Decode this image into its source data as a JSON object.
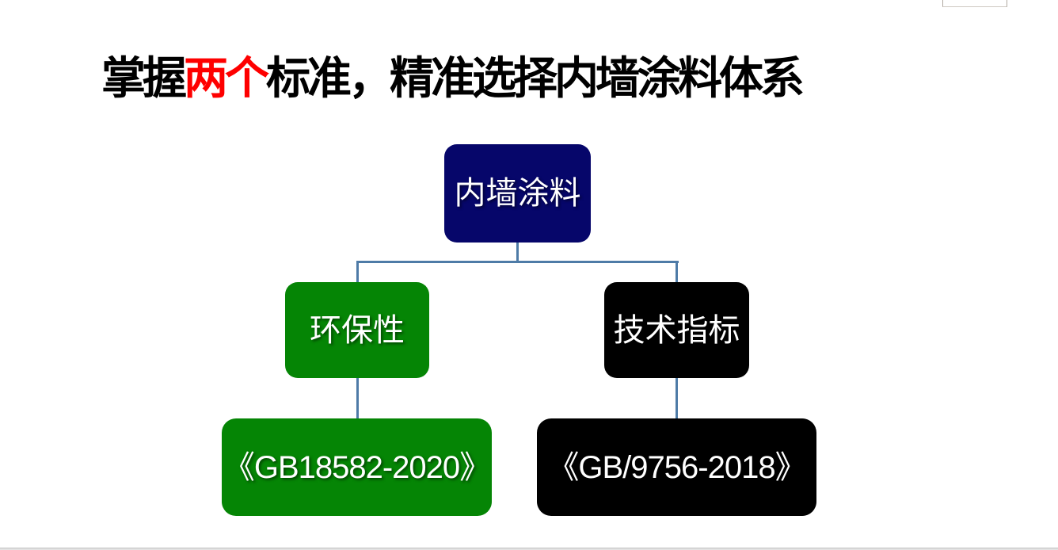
{
  "slide": {
    "title": {
      "text_before": "掌握",
      "text_highlight": "两个",
      "text_after": "标准，精准选择内墙涂料体系",
      "color": "#000000",
      "highlight_color": "#fe0000"
    },
    "decorations": {
      "top_right_image_strip": "cropped-photo-sliver",
      "bottom_bar_color": "#d9d9d9"
    }
  },
  "diagram": {
    "type": "flowchart-hierarchy",
    "connector_color": "#4e7ba7",
    "root": {
      "label": "内墙涂料",
      "bg_color": "#06066a",
      "text_color": "#ffffff"
    },
    "children": [
      {
        "id": "left-branch",
        "label": "环保性",
        "bg_color": "#058505",
        "text_color": "#ffffff"
      },
      {
        "id": "right-branch",
        "label": "技术指标",
        "bg_color": "#000000",
        "text_color": "#ffffff"
      }
    ],
    "leaves": [
      {
        "id": "left-leaf",
        "label": "《GB18582-2020》",
        "bg_color": "#058505",
        "text_color": "#ffffff",
        "parent": "left-branch"
      },
      {
        "id": "right-leaf",
        "label": "《GB/9756-2018》",
        "bg_color": "#000000",
        "text_color": "#ffffff",
        "parent": "right-branch"
      }
    ]
  }
}
